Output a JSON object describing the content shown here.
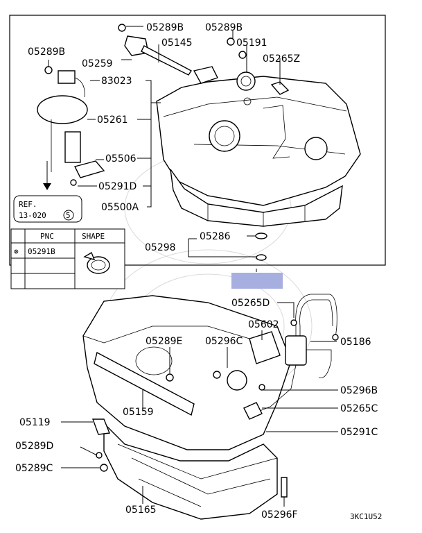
{
  "labels": {
    "p05289B_a": "05289B",
    "p05289B_b": "05289B",
    "p05289B_c": "05289B",
    "p05191": "05191",
    "p05145": "05145",
    "p05259": "05259",
    "p05265Z": "05265Z",
    "p83023": "83023",
    "p05261": "05261",
    "p05506": "05506",
    "p05291D": "05291D",
    "p05500A": "05500A",
    "p05286": "05286",
    "p05298": "05298",
    "p05265D": "05265D",
    "p05602": "05602",
    "p05289E": "05289E",
    "p05296C": "05296C",
    "p05186": "05186",
    "p05296B": "05296B",
    "p05265C": "05265C",
    "p05291C": "05291C",
    "p05159": "05159",
    "p05119": "05119",
    "p05289D": "05289D",
    "p05289C": "05289C",
    "p05165": "05165",
    "p05296F": "05296F"
  },
  "ref": {
    "line1": "REF.",
    "line2": "13-020",
    "circled": "5"
  },
  "shape_table": {
    "headers": [
      "PNC",
      "SHAPE"
    ],
    "rows": [
      {
        "marker": "⊗",
        "pnc": "05291B"
      }
    ]
  },
  "footer_code": "3KC1U52",
  "highlight_color": "#a7aee0"
}
